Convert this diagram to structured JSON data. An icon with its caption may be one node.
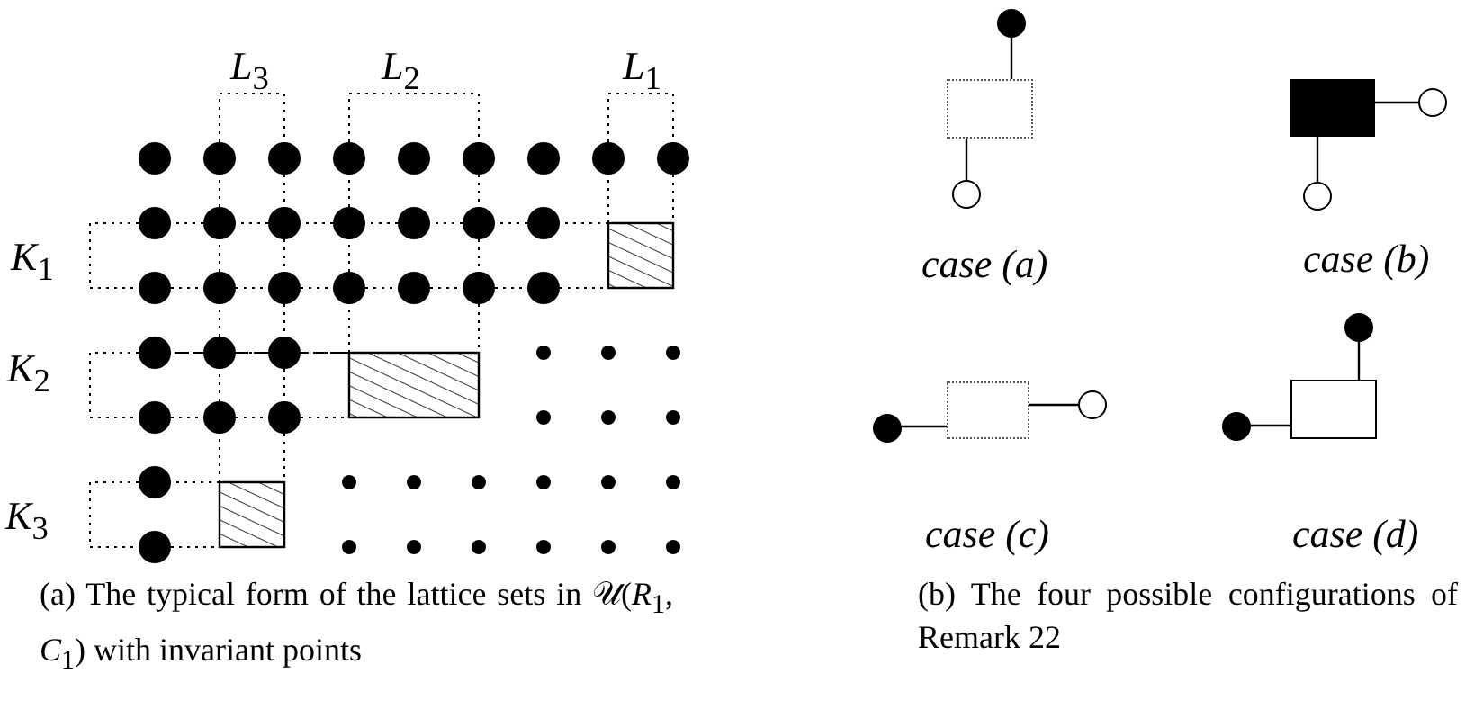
{
  "diagram": {
    "nodes": [
      {
        "text": [],
        "shape": "circle"
      },
      {
        "text": [],
        "shape": "box"
      },
      {
        "text": [],
        "shape": "circle"
      },
      {
        "text": [],
        "shape": "box"
      },
      {
        "text": [],
        "shape": "circle"
      },
      {
        "text": [],
        "shape": "circle"
      },
      {
        "text": [],
        "shape": "circle"
      },
      {
        "text": [],
        "shape": "box"
      },
      {
        "text": [],
        "shape": "circle"
      },
      {
        "text": [],
        "shape": "circle"
      },
      {
        "text": [],
        "shape": "circle"
      },
      {
        "text": [],
        "shape": "box"
      }
    ],
    "edges": [
      {
        "from": 0,
        "to": 1,
        "arrow": "none"
      },
      {
        "from": 1,
        "to": 2,
        "arrow": "none"
      },
      {
        "from": 3,
        "to": 4,
        "arrow": "none"
      },
      {
        "from": 3,
        "to": 5,
        "arrow": "none"
      },
      {
        "from": 6,
        "to": 7,
        "arrow": "none"
      },
      {
        "from": 7,
        "to": 8,
        "arrow": "none"
      },
      {
        "from": 9,
        "to": 11,
        "arrow": "none"
      },
      {
        "from": 10,
        "to": 11,
        "arrow": "none"
      }
    ],
    "labels": [
      "*L*$_{3}$",
      "*L*$_{2}$",
      "*L*$_{1}$",
      "*K*$_{1}$",
      "*K*$_{2}$",
      "*K*$_{3}$",
      "case (a)",
      "case (b)",
      "case (c)",
      "case (d)",
      "(a) The typical form of the lattice sets in 𝒰(*R*$_{1}$, *C*$_{1}$) with invariant points",
      "(b) The four possible configurations of Remark 22"
    ]
  }
}
